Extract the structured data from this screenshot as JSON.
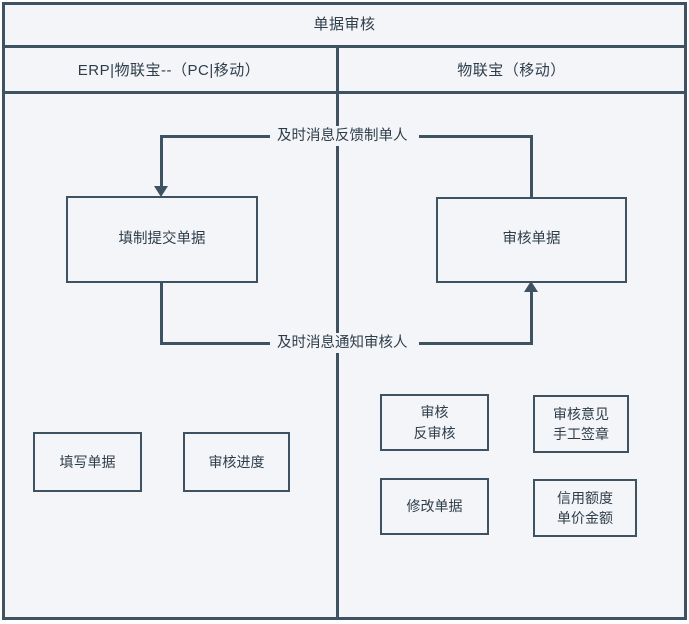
{
  "diagram": {
    "title": "单据审核",
    "type": "swimlane-flowchart",
    "colors": {
      "stroke": "#3f5261",
      "fill": "#f3f5f9",
      "text": "#2f3d49",
      "canvas": "#ffffff"
    },
    "lanes": [
      {
        "id": "lane-left",
        "label": "ERP|物联宝--（PC|移动）"
      },
      {
        "id": "lane-right",
        "label": "物联宝（移动）"
      }
    ],
    "nodes": [
      {
        "id": "fill-submit-bill",
        "label": "填制提交单据",
        "lane": "lane-left",
        "size": "big"
      },
      {
        "id": "audit-bill",
        "label": "审核单据",
        "lane": "lane-right",
        "size": "big"
      },
      {
        "id": "write-bill",
        "label": "填写单据",
        "lane": "lane-left",
        "size": "small"
      },
      {
        "id": "audit-progress",
        "label": "审核进度",
        "lane": "lane-left",
        "size": "small"
      },
      {
        "id": "audit-unaudit",
        "label": "审核\n反审核",
        "lane": "lane-right",
        "size": "small"
      },
      {
        "id": "audit-opinion",
        "label": "审核意见\n手工签章",
        "lane": "lane-right",
        "size": "small"
      },
      {
        "id": "modify-bill",
        "label": "修改单据",
        "lane": "lane-right",
        "size": "small"
      },
      {
        "id": "credit-amount",
        "label": "信用额度\n单价金额",
        "lane": "lane-right",
        "size": "small"
      }
    ],
    "edges": [
      {
        "id": "edge-feedback",
        "label": "及时消息反馈制单人",
        "from": "audit-bill",
        "to": "fill-submit-bill",
        "direction": "right-to-left"
      },
      {
        "id": "edge-notify",
        "label": "及时消息通知审核人",
        "from": "fill-submit-bill",
        "to": "audit-bill",
        "direction": "left-to-right"
      }
    ]
  }
}
